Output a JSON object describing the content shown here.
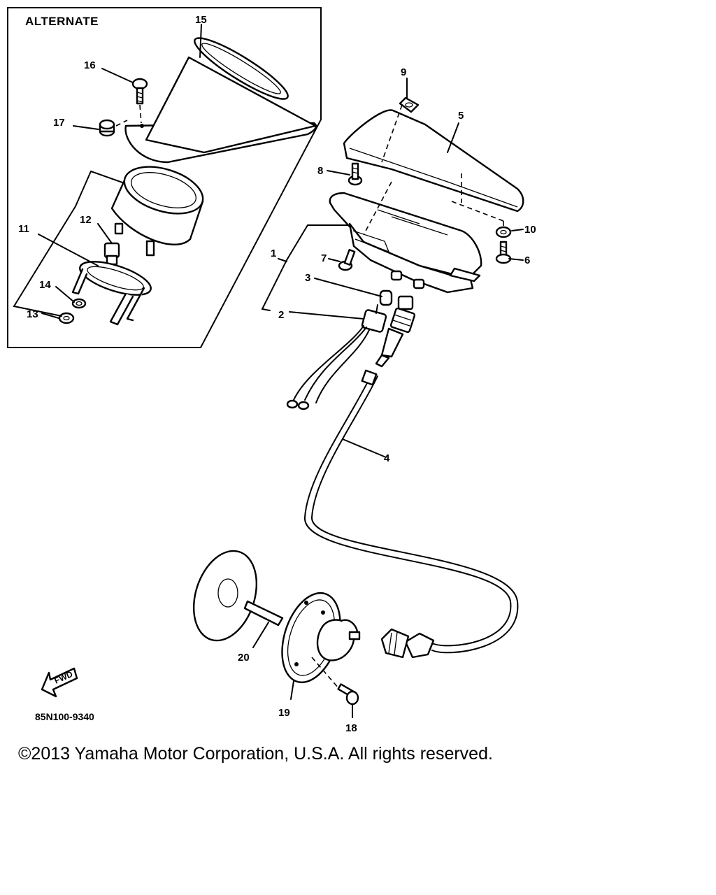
{
  "diagram": {
    "box_label": "ALTERNATE",
    "part_code": "85N100-9340",
    "fwd_label": "FWD",
    "callouts": {
      "c1": "1",
      "c2": "2",
      "c3": "3",
      "c4": "4",
      "c5": "5",
      "c6": "6",
      "c7": "7",
      "c8": "8",
      "c9": "9",
      "c10": "10",
      "c11": "11",
      "c12": "12",
      "c13": "13",
      "c14": "14",
      "c15": "15",
      "c16": "16",
      "c17": "17",
      "c18": "18",
      "c19": "19",
      "c20": "20"
    }
  },
  "copyright": "©2013 Yamaha Motor Corporation, U.S.A. All rights reserved."
}
